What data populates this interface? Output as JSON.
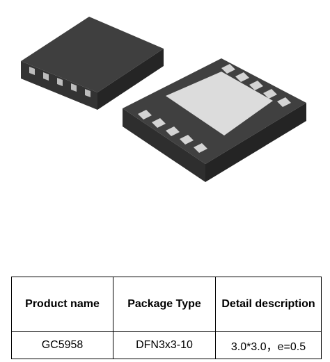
{
  "table": {
    "headers": [
      "Product name",
      "Package Type",
      "Detail description"
    ],
    "rows": [
      [
        "GC5958",
        "DFN3x3-10",
        "3.0*3.0，e=0.5"
      ]
    ]
  },
  "colors": {
    "chip_top": "#3e3e3e",
    "chip_side": "#2a2a2a",
    "pad": "#cfcfcf",
    "thermal_pad": "#dcdcdc",
    "border": "#000000"
  }
}
